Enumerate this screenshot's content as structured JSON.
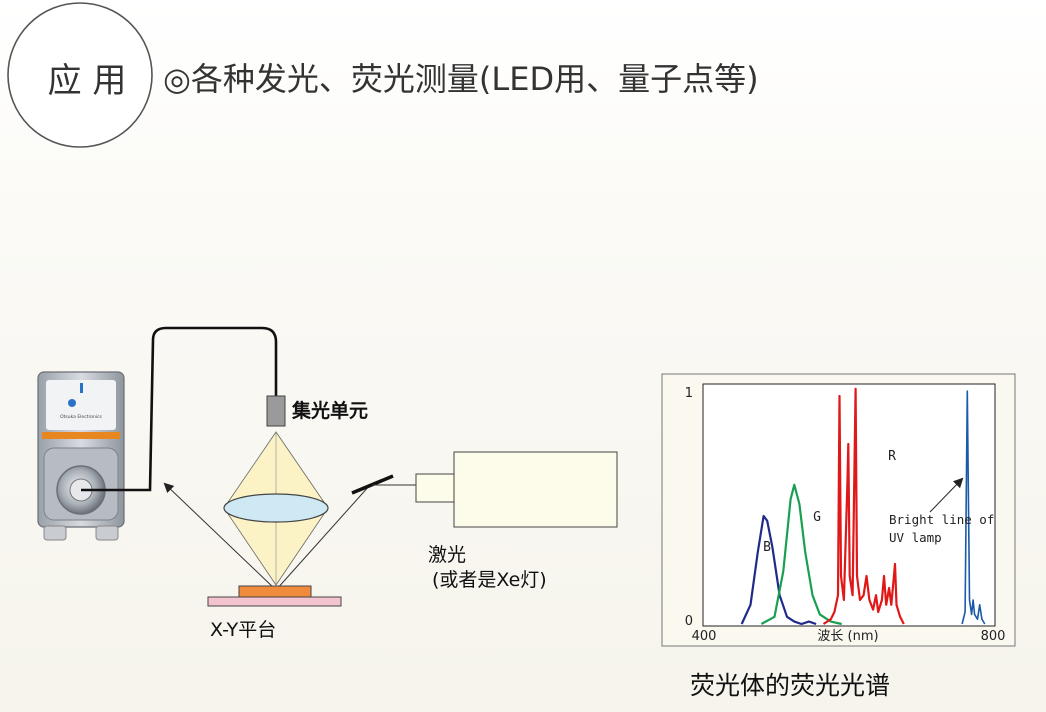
{
  "header": {
    "badge_text": "应 用",
    "title": "◎各种发光、荧光测量(LED用、量子点等)"
  },
  "diagram": {
    "collector_label": "集光单元",
    "laser_label_line1": "激光",
    "laser_label_line2": "(或者是Xe灯)",
    "stage_label": "X-Y平台",
    "device_brand_small": "Otsuka Electronics",
    "colors": {
      "stage_sample": "#f08a3c",
      "stage_base": "#f3c3cf",
      "cone": "#fbf3c6",
      "lens": "#cfe9f4",
      "accent_stripe": "#e8861f"
    }
  },
  "chart_data": {
    "type": "line",
    "title": "荧光体的荧光光谱",
    "xlabel": "波长 (nm)",
    "ylabel": "",
    "x_ticks": [
      "400",
      "800"
    ],
    "y_ticks": [
      "0",
      "1"
    ],
    "xlim": [
      400,
      800
    ],
    "ylim": [
      0,
      1
    ],
    "annotations": [
      "Bright line of UV lamp"
    ],
    "series": [
      {
        "name": "B",
        "color": "#1f2a8a",
        "points": [
          [
            453,
            0.0
          ],
          [
            465,
            0.08
          ],
          [
            475,
            0.3
          ],
          [
            483,
            0.45
          ],
          [
            488,
            0.43
          ],
          [
            495,
            0.32
          ],
          [
            505,
            0.12
          ],
          [
            515,
            0.03
          ],
          [
            525,
            0.01
          ],
          [
            535,
            0.0
          ],
          [
            545,
            0.01
          ],
          [
            555,
            0.0
          ]
        ]
      },
      {
        "name": "G",
        "color": "#18a050",
        "points": [
          [
            480,
            0.0
          ],
          [
            498,
            0.03
          ],
          [
            510,
            0.22
          ],
          [
            520,
            0.52
          ],
          [
            525,
            0.58
          ],
          [
            532,
            0.5
          ],
          [
            540,
            0.3
          ],
          [
            550,
            0.12
          ],
          [
            560,
            0.04
          ],
          [
            575,
            0.01
          ],
          [
            590,
            0.0
          ]
        ]
      },
      {
        "name": "R",
        "color": "#e01818",
        "points": [
          [
            565,
            0.0
          ],
          [
            575,
            0.02
          ],
          [
            580,
            0.05
          ],
          [
            585,
            0.12
          ],
          [
            587,
            0.95
          ],
          [
            589,
            0.2
          ],
          [
            593,
            0.1
          ],
          [
            598,
            0.6
          ],
          [
            599,
            0.75
          ],
          [
            601,
            0.2
          ],
          [
            605,
            0.12
          ],
          [
            609,
            0.98
          ],
          [
            611,
            0.2
          ],
          [
            615,
            0.1
          ],
          [
            620,
            0.12
          ],
          [
            624,
            0.2
          ],
          [
            628,
            0.1
          ],
          [
            633,
            0.06
          ],
          [
            637,
            0.12
          ],
          [
            640,
            0.05
          ],
          [
            645,
            0.1
          ],
          [
            648,
            0.2
          ],
          [
            651,
            0.08
          ],
          [
            655,
            0.15
          ],
          [
            658,
            0.08
          ],
          [
            661,
            0.18
          ],
          [
            663,
            0.25
          ],
          [
            665,
            0.08
          ],
          [
            670,
            0.03
          ],
          [
            675,
            0.0
          ]
        ]
      },
      {
        "name": "Bright line of UV lamp",
        "color": "#1a5aa8",
        "points": [
          [
            755,
            0.0
          ],
          [
            759,
            0.05
          ],
          [
            762,
            0.97
          ],
          [
            765,
            0.1
          ],
          [
            768,
            0.04
          ],
          [
            770,
            0.1
          ],
          [
            772,
            0.04
          ],
          [
            776,
            0.02
          ],
          [
            779,
            0.08
          ],
          [
            782,
            0.02
          ],
          [
            786,
            0.0
          ]
        ]
      }
    ],
    "series_labels": [
      "B",
      "G",
      "R"
    ]
  }
}
